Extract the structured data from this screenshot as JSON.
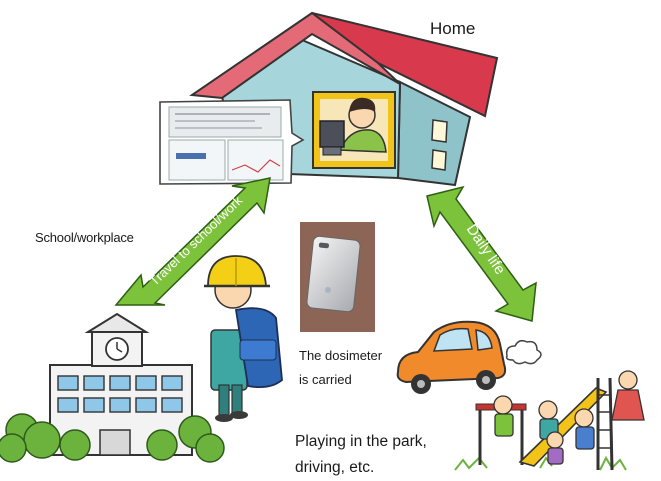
{
  "labels": {
    "home": "Home",
    "school_workplace": "School/workplace",
    "travel": "Travel to school/work",
    "daily_life": "Daily life",
    "dosimeter_line1": "The dosimeter",
    "dosimeter_line2": "is carried",
    "park_line1": "Playing in the park,",
    "park_line2": "driving, etc."
  },
  "colors": {
    "arrow_green": "#7cc23b",
    "roof_red": "#d9394c",
    "house_wall": "#a6d6dc",
    "car_orange": "#f08a2a",
    "slide_yellow": "#f2c419",
    "helmet_yellow": "#f3d016"
  }
}
